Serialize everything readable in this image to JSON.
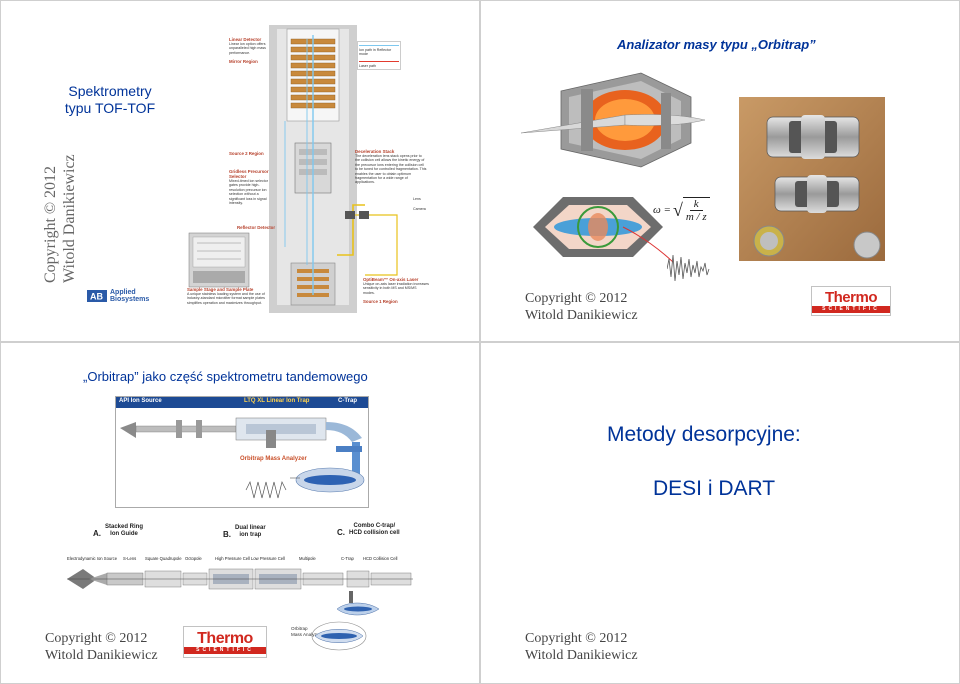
{
  "slide1": {
    "title_line1": "Spektrometry",
    "title_line2": "typu TOF-TOF",
    "copyright_line1": "Copyright © 2012",
    "copyright_line2": "Witold Danikiewicz",
    "brand_line1": "Applied",
    "brand_line2": "Biosystems",
    "labels": {
      "linear_detector": "Linear Detector",
      "linear_detector_text": "Linear ion option offers unparalleled high mass performance.",
      "mirror_region": "Mirror Region",
      "ion_path_legend": "Ion path in Reflector mode",
      "laser_path_legend": "Laser path",
      "source2_region": "Source 2 Region",
      "gridless_title": "Gridless Precursor Selector",
      "gridless_text": "Mixed-timed ion selector gates provide high-resolution precursor ion selection without a significant loss in signal intensity.",
      "reflector_detector": "Reflector Detector",
      "sample_stage_title": "Sample Stage and Sample Plate",
      "sample_stage_text": "A unique stainless loading system and the use of industry-standard microtiter format sample plates simplifies operation and maximizes throughput.",
      "deceleration_title": "Deceleration Stack",
      "deceleration_text": "The deceleration lens stack opens prior to the collision cell allows the kinetic energy of the precursor ions entering the collision cell to be tuned for controlled fragmentation. This enables the user to obtain optimum fragmentation for a wide range of applications.",
      "lens": "Lens",
      "camera": "Camera",
      "laser_title": "OptiBeam™ On-axis Laser",
      "laser_text": "Unique on-axis laser irradiation increases sensitivity in both MS and MS/MS modes.",
      "source1_region": "Source 1 Region"
    }
  },
  "slide2": {
    "title": "Analizator masy typu „Orbitrap”",
    "formula_omega": "ω =",
    "formula_k": "k",
    "formula_mz": "m / z",
    "copyright_line1": "Copyright © 2012",
    "copyright_line2": "Witold Danikiewicz",
    "logo_main": "Thermo",
    "logo_sub": "SCIENTIFIC"
  },
  "slide3": {
    "title": "„Orbitrap” jako część spektrometru tandemowego",
    "diagram": {
      "api": "API Ion Source",
      "ltq": "LTQ XL Linear Ion Trap",
      "ctrap": "C-Trap",
      "orbi": "Orbitrap Mass Analyzer"
    },
    "panels": {
      "a_letter": "A.",
      "a_text1": "Stacked Ring",
      "a_text2": "Ion Guide",
      "b_letter": "B.",
      "b_text1": "Dual linear",
      "b_text2": "ion trap",
      "c_letter": "C.",
      "c_text1": "Combo C-trap/",
      "c_text2": "HCD collision cell"
    },
    "components": [
      "Electrodynamic Ion Source",
      "S-Lens",
      "Square Quadrupole",
      "Octopole",
      "High Pressure Cell",
      "Low Pressure Cell",
      "Multipole",
      "C-Trap",
      "HCD Collision Cell"
    ],
    "orbitrap_label1": "Orbitrap",
    "orbitrap_label2": "Mass Analyzer",
    "copyright_line1": "Copyright © 2012",
    "copyright_line2": "Witold Danikiewicz",
    "logo_main": "Thermo",
    "logo_sub": "SCIENTIFIC"
  },
  "slide4": {
    "title": "Metody desorpcyjne:",
    "subtitle": "DESI i DART",
    "copyright_line1": "Copyright © 2012",
    "copyright_line2": "Witold Danikiewicz"
  }
}
